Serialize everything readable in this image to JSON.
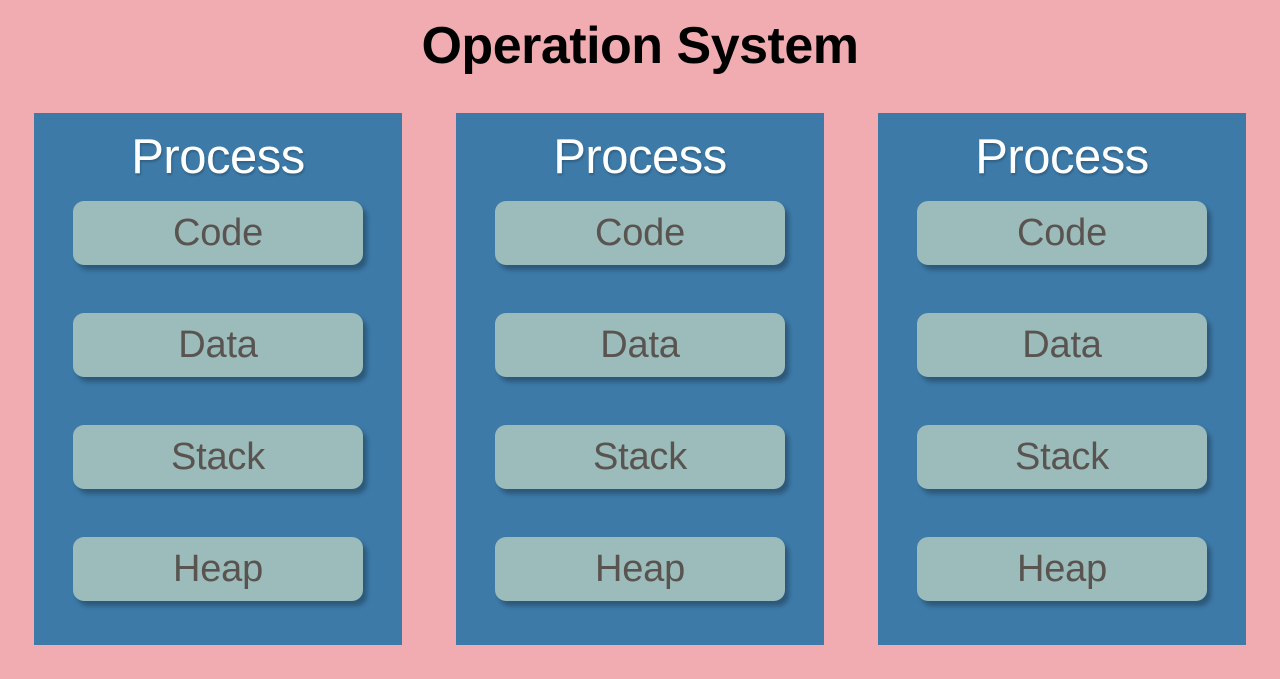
{
  "diagram": {
    "title": "Operation System",
    "background_color": "#f0acb0",
    "title_color": "#000000",
    "panel_color": "#3d7aa8",
    "panel_heading_color": "#ffffff",
    "pill_color": "#9bbcba",
    "pill_label_color": "#595450",
    "panels": [
      {
        "heading": "Process",
        "segments": [
          {
            "label": "Code"
          },
          {
            "label": "Data"
          },
          {
            "label": "Stack"
          },
          {
            "label": "Heap"
          }
        ]
      },
      {
        "heading": "Process",
        "segments": [
          {
            "label": "Code"
          },
          {
            "label": "Data"
          },
          {
            "label": "Stack"
          },
          {
            "label": "Heap"
          }
        ]
      },
      {
        "heading": "Process",
        "segments": [
          {
            "label": "Code"
          },
          {
            "label": "Data"
          },
          {
            "label": "Stack"
          },
          {
            "label": "Heap"
          }
        ]
      }
    ]
  }
}
